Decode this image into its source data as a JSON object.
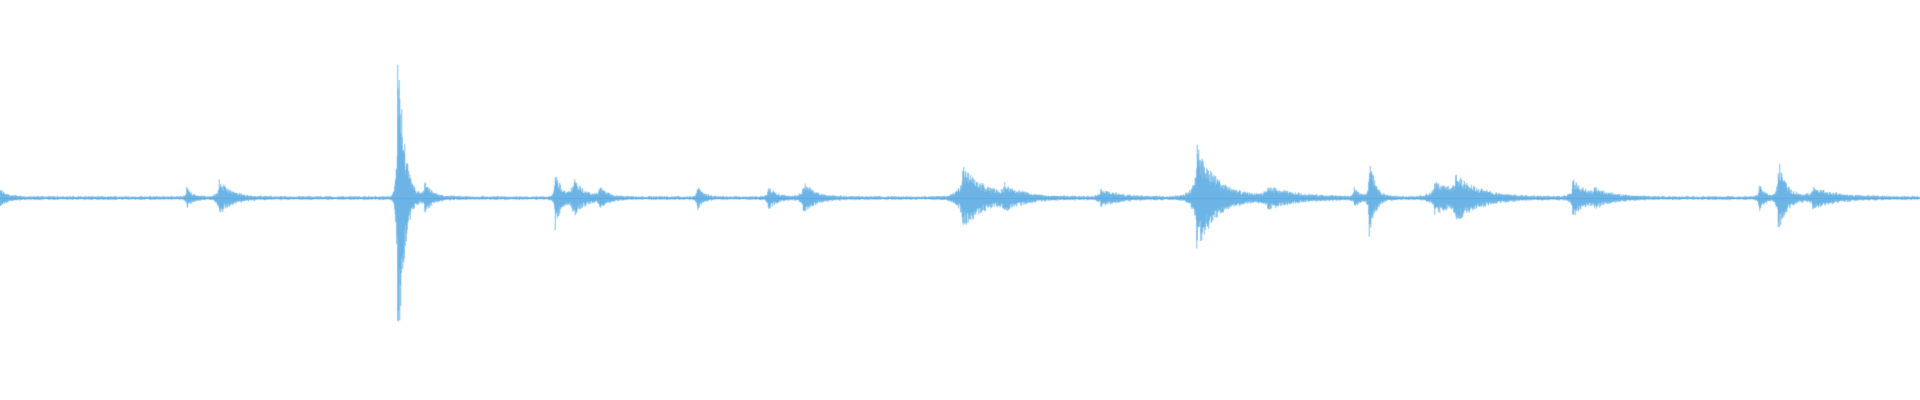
{
  "waveform": {
    "color": "#5aace2",
    "background": "#ffffff",
    "baseline_amplitude": 0.008,
    "samples_per_second_hint": "unlabeled",
    "events": [
      {
        "t": 0.0,
        "amp": 0.04,
        "decay": 0.004
      },
      {
        "t": 0.097,
        "amp": 0.05,
        "decay": 0.003
      },
      {
        "t": 0.114,
        "amp": 0.09,
        "decay": 0.006
      },
      {
        "t": 0.207,
        "amp": 0.93,
        "decay": 0.003
      },
      {
        "t": 0.221,
        "amp": 0.07,
        "decay": 0.004
      },
      {
        "t": 0.289,
        "amp": 0.16,
        "decay": 0.003
      },
      {
        "t": 0.298,
        "amp": 0.1,
        "decay": 0.006
      },
      {
        "t": 0.312,
        "amp": 0.05,
        "decay": 0.004
      },
      {
        "t": 0.363,
        "amp": 0.06,
        "decay": 0.003
      },
      {
        "t": 0.4,
        "amp": 0.06,
        "decay": 0.004
      },
      {
        "t": 0.418,
        "amp": 0.08,
        "decay": 0.006
      },
      {
        "t": 0.501,
        "amp": 0.16,
        "decay": 0.012
      },
      {
        "t": 0.523,
        "amp": 0.05,
        "decay": 0.008
      },
      {
        "t": 0.573,
        "amp": 0.04,
        "decay": 0.01
      },
      {
        "t": 0.623,
        "amp": 0.28,
        "decay": 0.01
      },
      {
        "t": 0.66,
        "amp": 0.05,
        "decay": 0.015
      },
      {
        "t": 0.705,
        "amp": 0.05,
        "decay": 0.003
      },
      {
        "t": 0.713,
        "amp": 0.2,
        "decay": 0.003
      },
      {
        "t": 0.747,
        "amp": 0.08,
        "decay": 0.012
      },
      {
        "t": 0.758,
        "amp": 0.09,
        "decay": 0.012
      },
      {
        "t": 0.819,
        "amp": 0.1,
        "decay": 0.006
      },
      {
        "t": 0.83,
        "amp": 0.04,
        "decay": 0.01
      },
      {
        "t": 0.916,
        "amp": 0.07,
        "decay": 0.003
      },
      {
        "t": 0.926,
        "amp": 0.2,
        "decay": 0.004
      },
      {
        "t": 0.944,
        "amp": 0.05,
        "decay": 0.012
      }
    ]
  }
}
